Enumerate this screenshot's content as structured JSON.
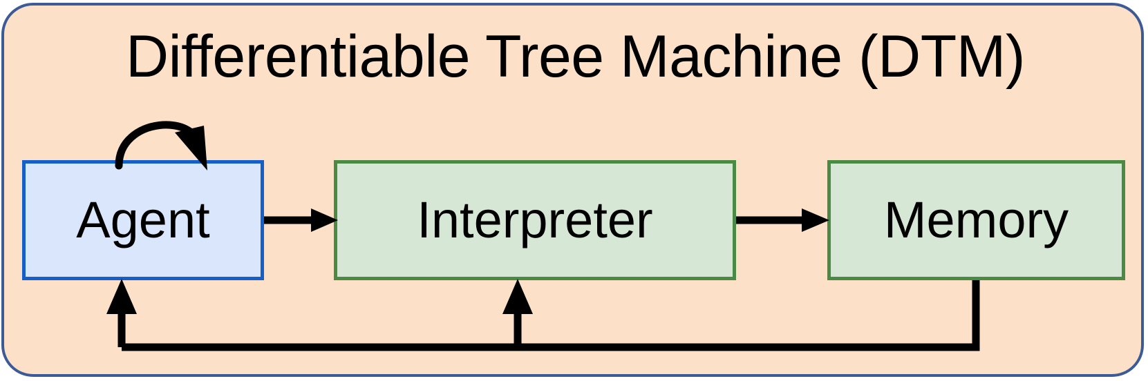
{
  "diagram": {
    "title": "Differentiable Tree Machine (DTM)",
    "container_fill": "#fce1c8",
    "container_border": "#3c5b96",
    "nodes": [
      {
        "id": "agent",
        "label": "Agent",
        "fill": "#d9e6fb",
        "border": "#1460c8"
      },
      {
        "id": "interpreter",
        "label": "Interpreter",
        "fill": "#d6e8d5",
        "border": "#4b8a44"
      },
      {
        "id": "memory",
        "label": "Memory",
        "fill": "#d6e8d5",
        "border": "#4b8a44"
      }
    ],
    "edges": [
      {
        "id": "agent-self-loop",
        "from": "agent",
        "to": "agent",
        "label": "",
        "kind": "self-loop",
        "color": "#000000"
      },
      {
        "id": "agent-to-interpreter",
        "from": "agent",
        "to": "interpreter",
        "label": "",
        "kind": "straight",
        "color": "#000000"
      },
      {
        "id": "interpreter-to-memory",
        "from": "interpreter",
        "to": "memory",
        "label": "",
        "kind": "straight",
        "color": "#000000"
      },
      {
        "id": "memory-to-agent",
        "from": "memory",
        "to": "agent",
        "label": "",
        "kind": "feedback",
        "color": "#000000"
      },
      {
        "id": "memory-to-interpreter",
        "from": "memory",
        "to": "interpreter",
        "label": "",
        "kind": "feedback",
        "color": "#000000"
      }
    ]
  }
}
